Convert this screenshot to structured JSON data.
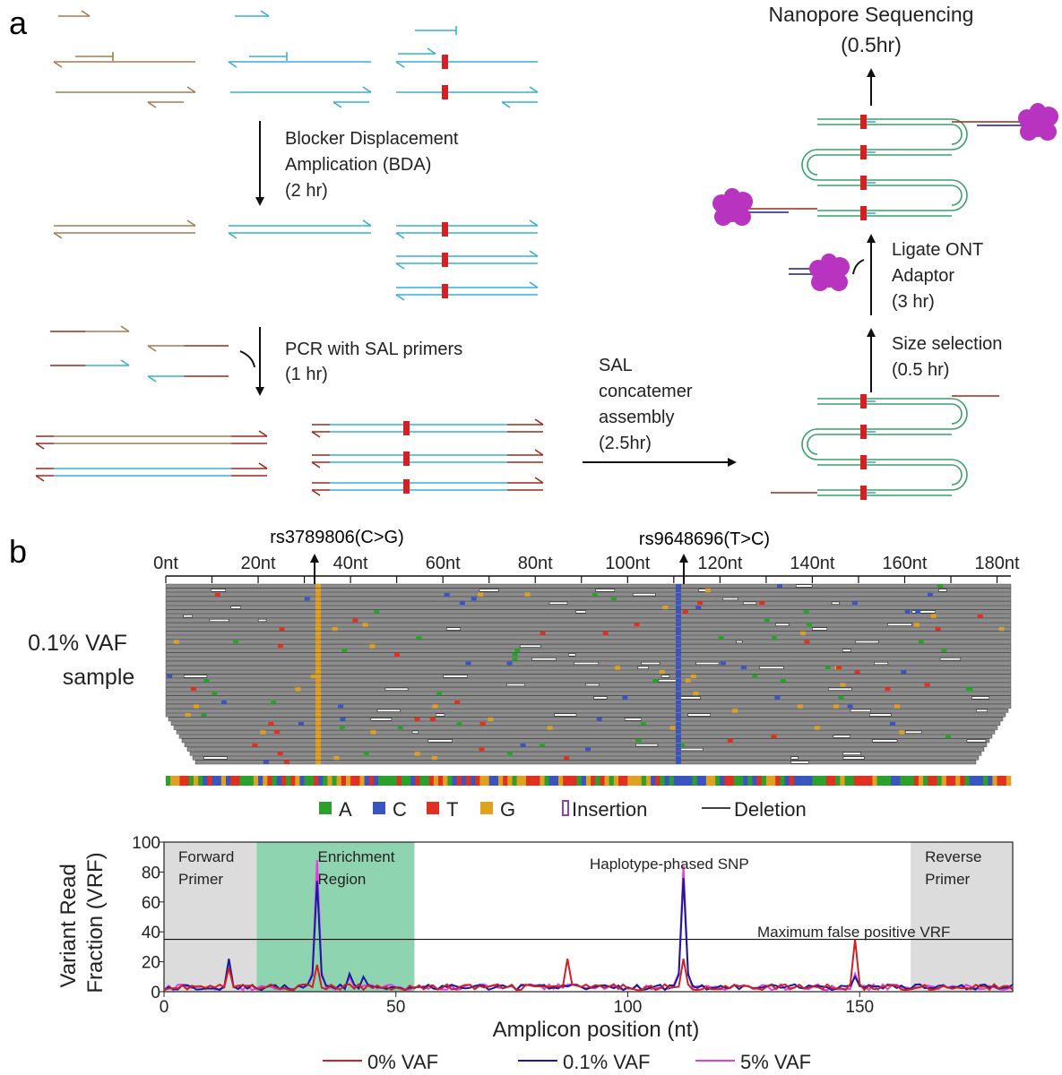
{
  "panel_a": {
    "label": "a",
    "step_bda": [
      "Blocker Displacement",
      "Amplication (BDA)",
      "(2 hr)"
    ],
    "step_pcr": [
      "PCR with SAL primers",
      "(1 hr)"
    ],
    "step_concat": [
      "SAL",
      "concatemer",
      "assembly",
      "(2.5hr)"
    ],
    "step_size": [
      "Size selection",
      "(0.5 hr)"
    ],
    "step_ligate": [
      "Ligate ONT",
      "Adaptor",
      "(3 hr)"
    ],
    "step_nanopore": [
      "Nanopore Sequencing",
      "(0.5hr)"
    ]
  },
  "panel_b": {
    "label": "b",
    "snp1": "rs3789806(C>G)",
    "snp2": "rs9648696(T>C)",
    "ruler_labels": [
      "0nt",
      "20nt",
      "40nt",
      "60nt",
      "80nt",
      "100nt",
      "120nt",
      "140nt",
      "160nt",
      "180nt"
    ],
    "sample_label": [
      "0.1% VAF",
      "sample"
    ],
    "legend": [
      {
        "label": "A",
        "color": "#2ca02c"
      },
      {
        "label": "C",
        "color": "#3a55c0"
      },
      {
        "label": "T",
        "color": "#e03020"
      },
      {
        "label": "G",
        "color": "#e0a020"
      },
      {
        "label": "Insertion",
        "color": "#8e44ad"
      },
      {
        "label": "Deletion",
        "color": "#000000"
      }
    ]
  },
  "chart_data": {
    "type": "line",
    "xlabel": "Amplicon position (nt)",
    "ylabel": [
      "Variant Read",
      "Fraction (VRF)"
    ],
    "xlim": [
      0,
      183
    ],
    "ylim": [
      0,
      100
    ],
    "xticks": [
      0,
      50,
      100,
      150
    ],
    "yticks": [
      0,
      20,
      40,
      60,
      80,
      100
    ],
    "threshold": {
      "value": 35,
      "label": "Maximum false positive VRF"
    },
    "regions": [
      {
        "name": [
          "Forward",
          "Primer"
        ],
        "from": 0,
        "to": 20,
        "color": "#dcdcdc"
      },
      {
        "name": [
          "Enrichment",
          "Region"
        ],
        "from": 20,
        "to": 54,
        "color": "#8fd4b0"
      },
      {
        "name": [
          "Reverse",
          "Primer"
        ],
        "from": 161,
        "to": 183,
        "color": "#dcdcdc"
      }
    ],
    "annotation": "Haplotype-phased SNP",
    "series": [
      {
        "name": "0% VAF",
        "color": "#cc2222",
        "peaks": [
          [
            14,
            16
          ],
          [
            33,
            18
          ],
          [
            40,
            5
          ],
          [
            87,
            22
          ],
          [
            112,
            22
          ],
          [
            149,
            35
          ]
        ]
      },
      {
        "name": "0.1% VAF",
        "color": "#1a1aa0",
        "peaks": [
          [
            14,
            22
          ],
          [
            33,
            74
          ],
          [
            40,
            12
          ],
          [
            43,
            10
          ],
          [
            112,
            76
          ],
          [
            149,
            10
          ]
        ]
      },
      {
        "name": "5% VAF",
        "color": "#e040e0",
        "peaks": [
          [
            14,
            20
          ],
          [
            33,
            88
          ],
          [
            40,
            10
          ],
          [
            112,
            84
          ],
          [
            149,
            12
          ]
        ]
      }
    ]
  }
}
